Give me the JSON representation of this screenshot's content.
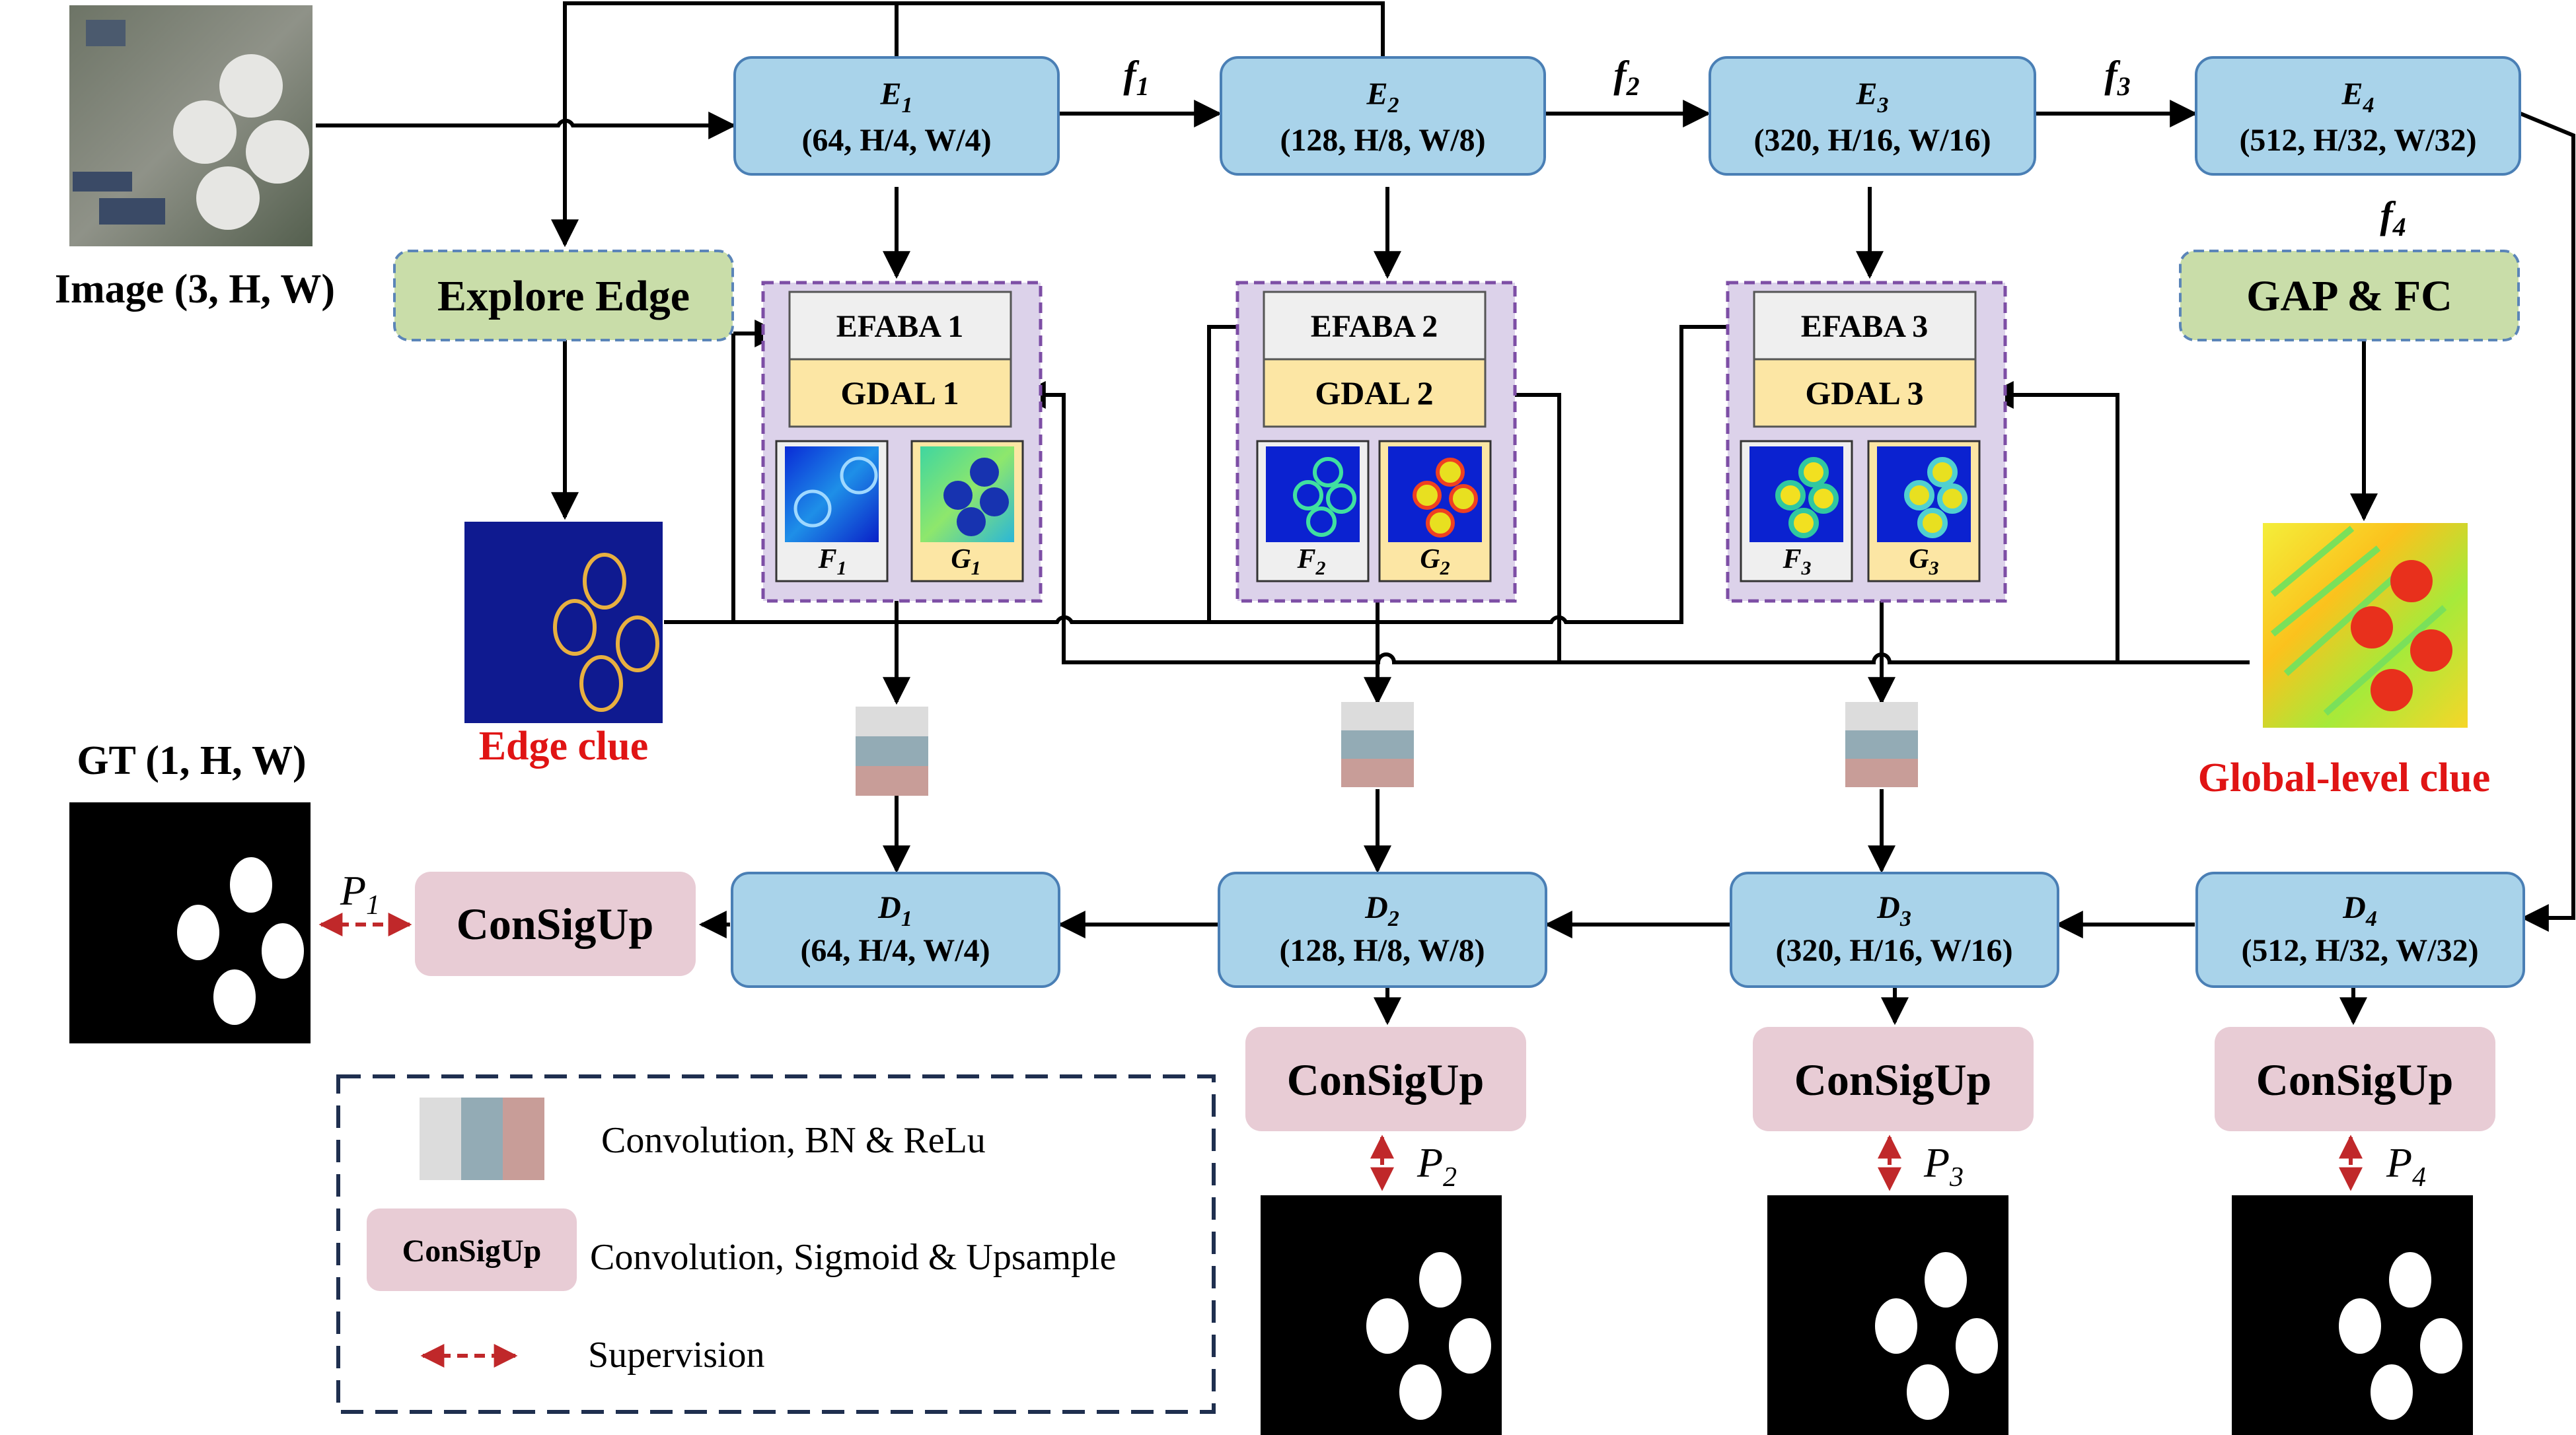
{
  "input": {
    "label": "Image (3, H, W)"
  },
  "encoders": [
    {
      "name": "E",
      "sub": "1",
      "dims": "(64, H/4, W/4)"
    },
    {
      "name": "E",
      "sub": "2",
      "dims": "(128, H/8, W/8)"
    },
    {
      "name": "E",
      "sub": "3",
      "dims": "(320, H/16, W/16)"
    },
    {
      "name": "E",
      "sub": "4",
      "dims": "(512, H/32, W/32)"
    }
  ],
  "features": [
    {
      "name": "f",
      "sub": "1"
    },
    {
      "name": "f",
      "sub": "2"
    },
    {
      "name": "f",
      "sub": "3"
    },
    {
      "name": "f",
      "sub": "4"
    }
  ],
  "explore_edge": {
    "label": "Explore Edge"
  },
  "gap_fc": {
    "label": "GAP & FC"
  },
  "modules": [
    {
      "efaba": "EFABA 1",
      "gdal": "GDAL 1",
      "f_name": "F",
      "g_name": "G",
      "sub": "1"
    },
    {
      "efaba": "EFABA 2",
      "gdal": "GDAL 2",
      "f_name": "F",
      "g_name": "G",
      "sub": "2"
    },
    {
      "efaba": "EFABA 3",
      "gdal": "GDAL 3",
      "f_name": "F",
      "g_name": "G",
      "sub": "3"
    }
  ],
  "edge_clue": {
    "label": "Edge clue"
  },
  "global_clue": {
    "label": "Global-level clue"
  },
  "gt": {
    "label": "GT (1, H, W)"
  },
  "decoders": [
    {
      "name": "D",
      "sub": "1",
      "dims": "(64, H/4, W/4)"
    },
    {
      "name": "D",
      "sub": "2",
      "dims": "(128, H/8, W/8)"
    },
    {
      "name": "D",
      "sub": "3",
      "dims": "(320, H/16, W/16)"
    },
    {
      "name": "D",
      "sub": "4",
      "dims": "(512, H/32, W/32)"
    }
  ],
  "consigup": {
    "label": "ConSigUp"
  },
  "predictions": [
    {
      "name": "P",
      "sub": "1"
    },
    {
      "name": "P",
      "sub": "2"
    },
    {
      "name": "P",
      "sub": "3"
    },
    {
      "name": "P",
      "sub": "4"
    }
  ],
  "legend": {
    "conv_bn_relu": "Convolution, BN & ReLu",
    "consigup_box": "ConSigUp",
    "consigup_desc": "Convolution, Sigmoid & Upsample",
    "supervision": "Supervision"
  },
  "colors": {
    "encoder_fill": "#a9d3ea",
    "encoder_stroke": "#4a7fb5",
    "green_fill": "#c9dda9",
    "green_stroke": "#5b85b8",
    "module_fill": "#dcd2ea",
    "module_stroke": "#7d4ea5",
    "efaba_fill": "#efefef",
    "gdal_fill": "#fce6a4",
    "consigup_fill": "#e8ccd5",
    "conv_gray": "#dcdcdc",
    "conv_blue": "#93abb5",
    "conv_pink": "#c89d98",
    "red": "#e01414",
    "dark_red": "#c0282a",
    "legend_border": "#1f2f4f"
  }
}
